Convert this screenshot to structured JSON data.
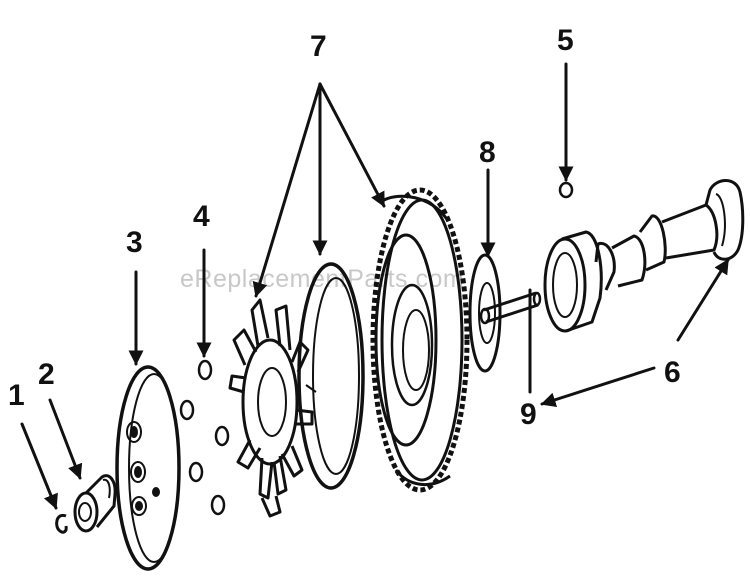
{
  "watermark": "eReplacementParts.com",
  "callouts": {
    "c1": "1",
    "c2": "2",
    "c3": "3",
    "c4": "4",
    "c5": "5",
    "c6": "6",
    "c7": "7",
    "c8": "8",
    "c9": "9"
  }
}
